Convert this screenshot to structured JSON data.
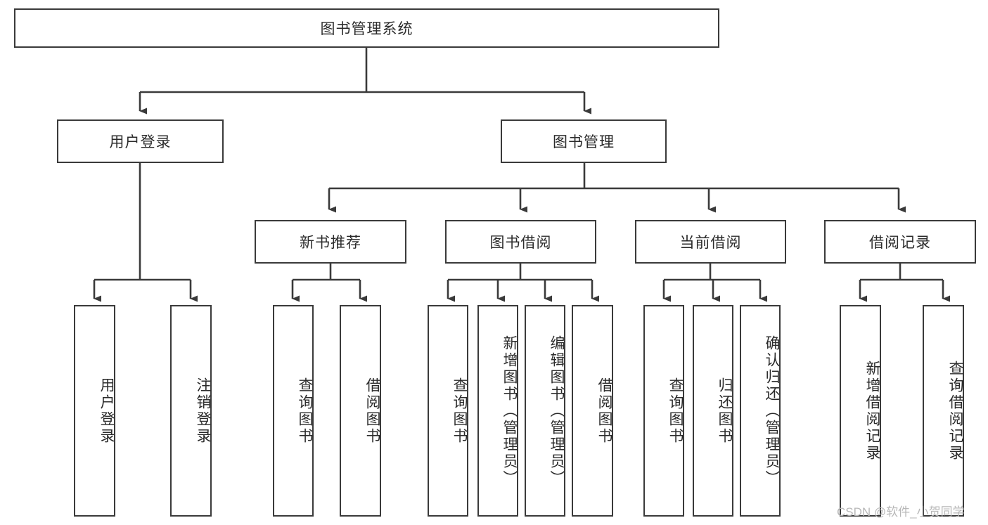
{
  "diagram": {
    "type": "tree-hierarchy-flowchart",
    "title_node": {
      "label": "图书管理系统"
    },
    "level2": [
      {
        "label": "用户登录"
      },
      {
        "label": "图书管理"
      }
    ],
    "level3": [
      {
        "label": "新书推荐"
      },
      {
        "label": "图书借阅"
      },
      {
        "label": "当前借阅"
      },
      {
        "label": "借阅记录"
      }
    ],
    "leaves": {
      "user_login": [
        {
          "label": "用户登录"
        },
        {
          "label": "注销登录"
        }
      ],
      "new_book_recommend": [
        {
          "label": "查询图书"
        },
        {
          "label": "借阅图书"
        }
      ],
      "book_borrow": [
        {
          "label": "查询图书"
        },
        {
          "label": "新增图书（管理员）"
        },
        {
          "label": "编辑图书（管理员）"
        },
        {
          "label": "借阅图书"
        }
      ],
      "current_borrow": [
        {
          "label": "查询图书"
        },
        {
          "label": "归还图书"
        },
        {
          "label": "确认归还（管理员）"
        }
      ],
      "borrow_record": [
        {
          "label": "新增借阅记录"
        },
        {
          "label": "查询借阅记录"
        }
      ]
    }
  },
  "watermark": {
    "text": "CSDN @软件_小贺同学"
  },
  "colors": {
    "border": "#3a3a3a",
    "text": "#2b2b2b",
    "background": "#ffffff",
    "watermark": "#b8b8b8"
  }
}
